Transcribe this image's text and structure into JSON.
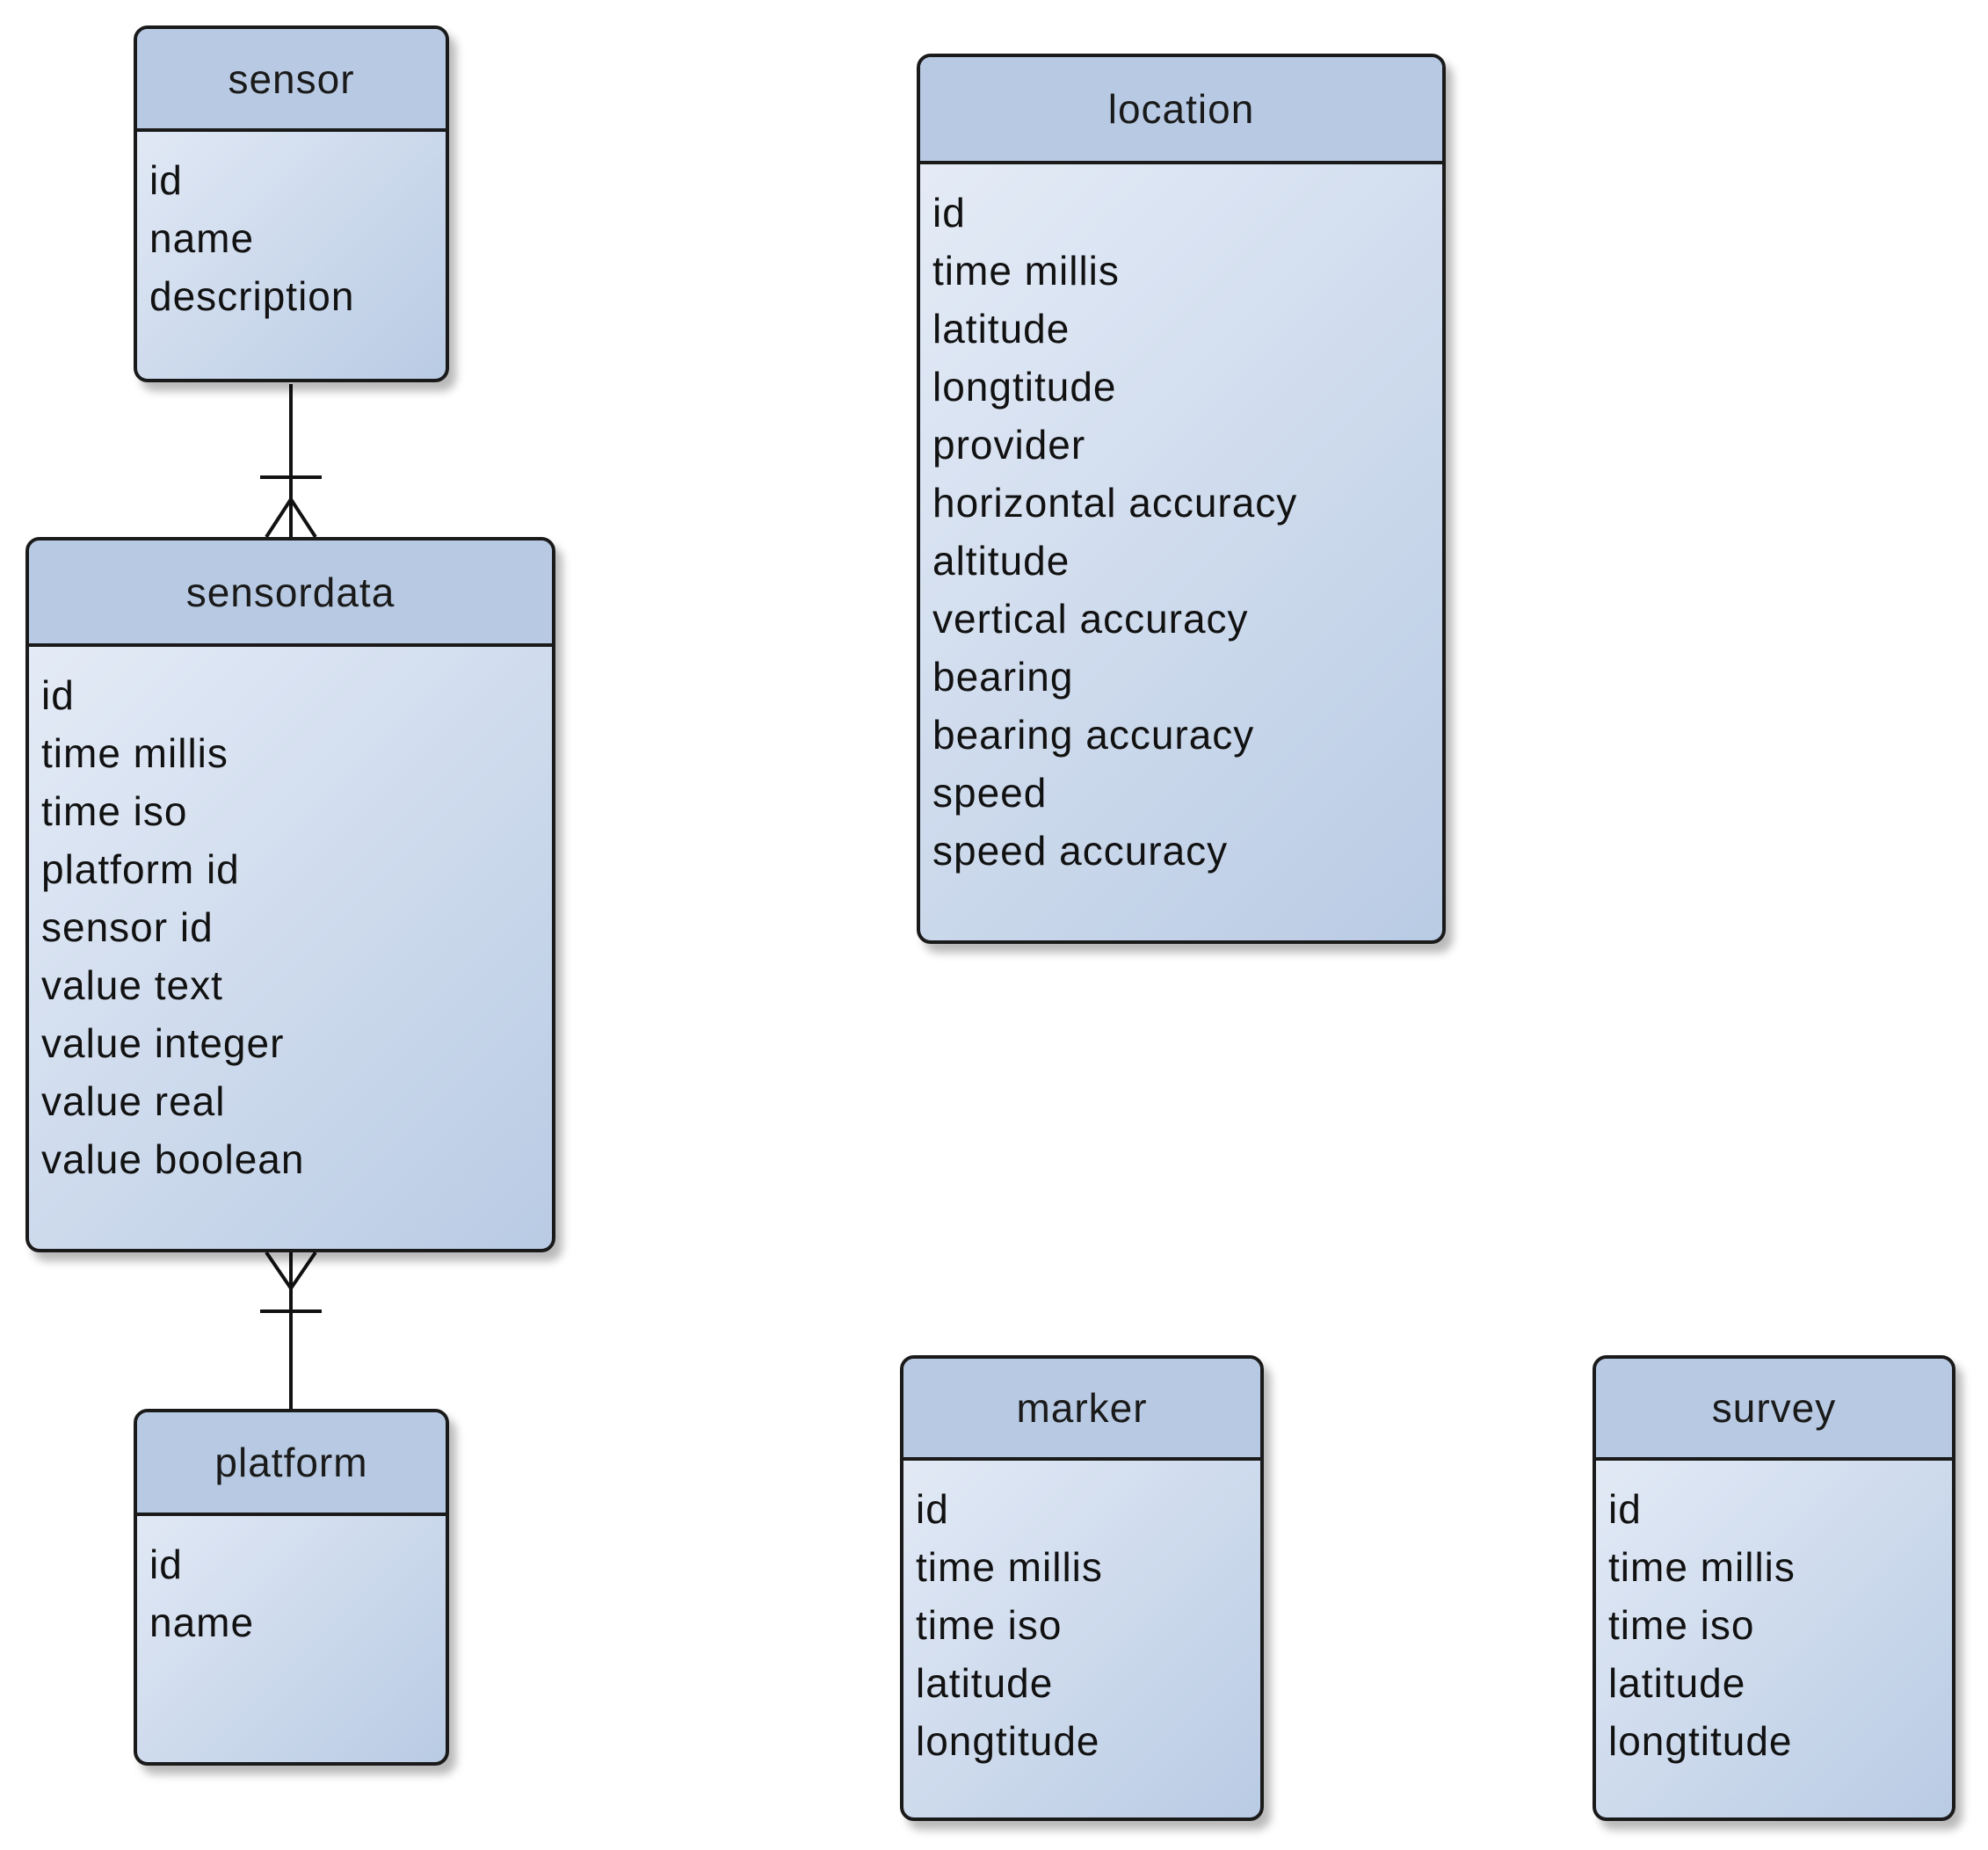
{
  "entities": {
    "sensor": {
      "title": "sensor",
      "fields": [
        "id",
        "name",
        "description"
      ]
    },
    "sensordata": {
      "title": "sensordata",
      "fields": [
        "id",
        "time millis",
        "time iso",
        "platform id",
        "sensor id",
        "value text",
        "value integer",
        "value real",
        "value boolean"
      ]
    },
    "platform": {
      "title": "platform",
      "fields": [
        "id",
        "name"
      ]
    },
    "location": {
      "title": "location",
      "fields": [
        "id",
        "time millis",
        "latitude",
        "longtitude",
        "provider",
        "horizontal accuracy",
        "altitude",
        "vertical accuracy",
        "bearing",
        "bearing accuracy",
        "speed",
        "speed accuracy"
      ]
    },
    "marker": {
      "title": "marker",
      "fields": [
        "id",
        "time millis",
        "time iso",
        "latitude",
        "longtitude"
      ]
    },
    "survey": {
      "title": "survey",
      "fields": [
        "id",
        "time millis",
        "time iso",
        "latitude",
        "longtitude"
      ]
    }
  },
  "relationships": [
    {
      "from": "sensor",
      "to": "sensordata",
      "from_cardinality": "one",
      "to_cardinality": "many"
    },
    {
      "from": "platform",
      "to": "sensordata",
      "from_cardinality": "one",
      "to_cardinality": "many"
    }
  ],
  "colors": {
    "header": "#b8cae3",
    "body_light": "#e8eef8",
    "body_dark": "#b9cbe4",
    "border": "#1a1a1a"
  }
}
